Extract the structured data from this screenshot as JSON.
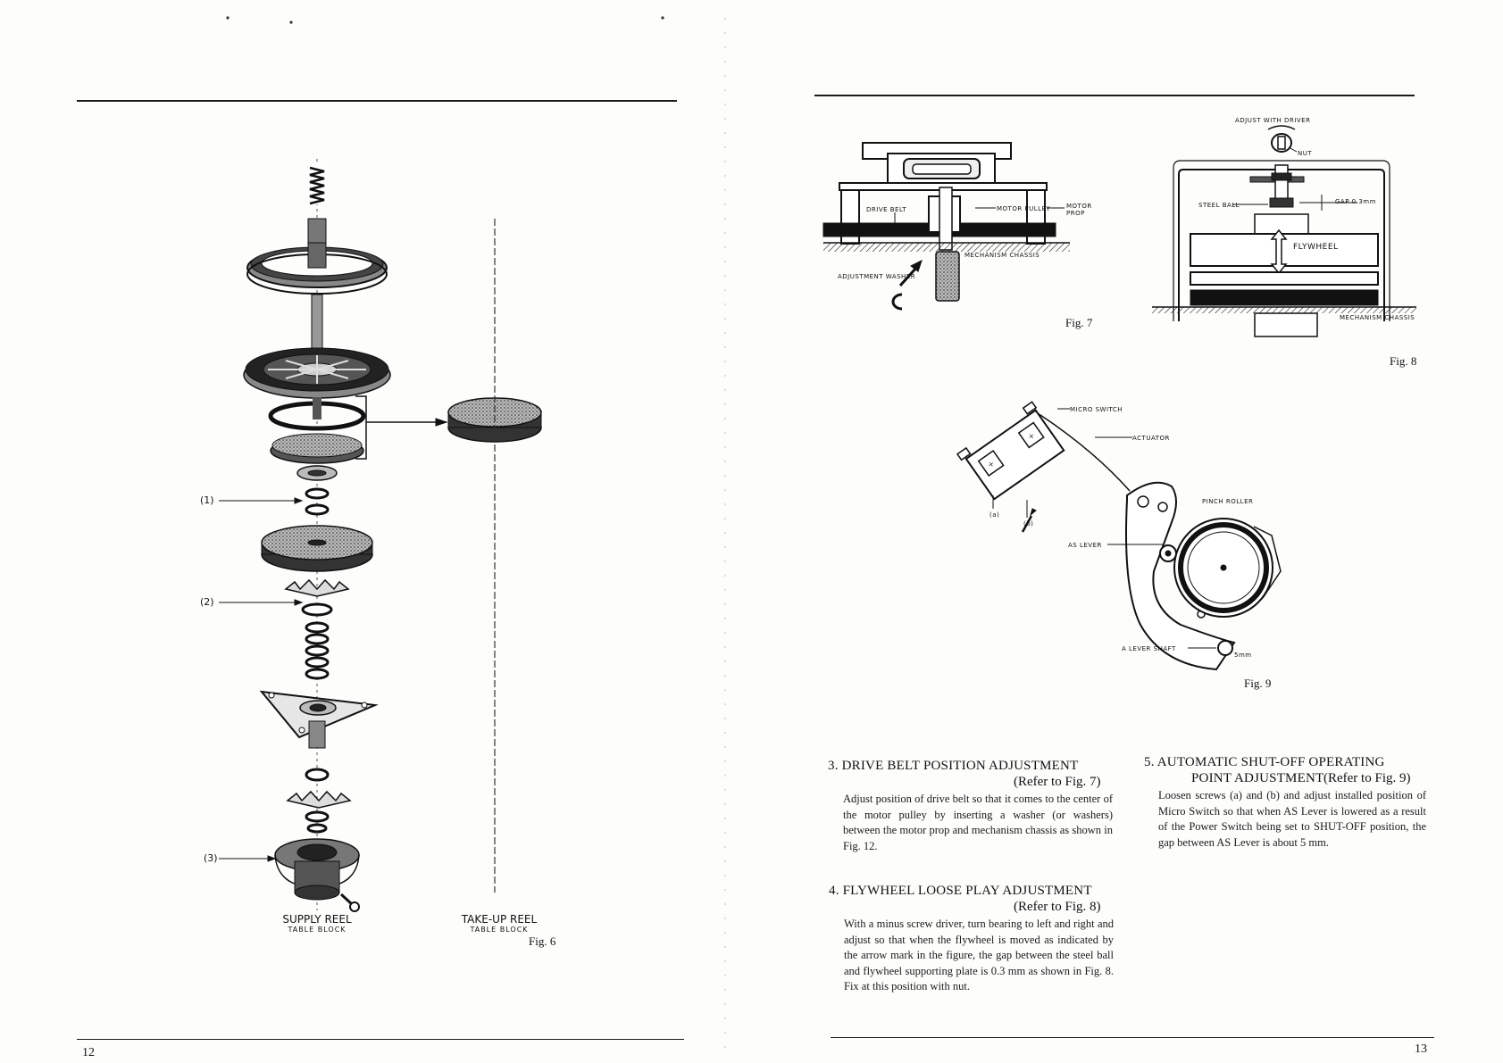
{
  "left_page": {
    "page_number": "12",
    "fig6": {
      "caption": "Fig. 6",
      "part_labels": [
        "(1)",
        "(2)",
        "(3)"
      ],
      "supply_reel": {
        "title": "SUPPLY REEL",
        "sub": "TABLE BLOCK"
      },
      "takeup_reel": {
        "title": "TAKE-UP REEL",
        "sub": "TABLE BLOCK"
      }
    }
  },
  "right_page": {
    "page_number": "13",
    "fig7": {
      "caption": "Fig. 7",
      "labels": {
        "drive_belt": "DRIVE BELT",
        "motor_pulley": "MOTOR PULLEY",
        "motor_prop": "MOTOR PROP",
        "mechanism_chassis": "MECHANISM CHASSIS",
        "adjustment_washer": "ADJUSTMENT WASHER"
      }
    },
    "fig8": {
      "caption": "Fig. 8",
      "labels": {
        "adjust_with_driver": "ADJUST WITH DRIVER",
        "nut": "NUT",
        "steel_ball": "STEEL BALL",
        "gap": "GAP 0.3mm",
        "flywheel": "FLYWHEEL",
        "mechanism_chassis": "MECHANISM CHASSIS"
      }
    },
    "fig9": {
      "caption": "Fig. 9",
      "labels": {
        "micro_switch": "MICRO SWITCH",
        "actuator": "ACTUATOR",
        "pinch_roller": "PINCH ROLLER",
        "as_lever": "AS LEVER",
        "a_lever_shaft": "A LEVER SHAFT",
        "a": "(a)",
        "b": "(b)",
        "five_mm": "5mm"
      }
    },
    "sections": [
      {
        "title": "3. DRIVE BELT POSITION ADJUSTMENT",
        "ref": "(Refer to Fig. 7)",
        "body": "Adjust position of drive belt so that it comes to the center of the motor pulley by inserting a washer (or washers) between the motor prop and mechanism chassis as shown in Fig. 12."
      },
      {
        "title": "4. FLYWHEEL LOOSE PLAY ADJUSTMENT",
        "ref": "(Refer to Fig. 8)",
        "body": "With a minus screw driver, turn bearing to left and right and adjust so that when the flywheel is moved as indicated by the arrow mark in the figure, the gap between the steel ball and flywheel supporting plate is 0.3 mm as shown in Fig. 8. Fix at this position with nut."
      },
      {
        "title_line1": "5. AUTOMATIC SHUT-OFF OPERATING",
        "title_line2": "POINT ADJUSTMENT",
        "ref": "(Refer to Fig. 9)",
        "body": "Loosen screws (a) and (b) and adjust installed position of Micro Switch so that when AS Lever is lowered as a result of the Power Switch being set to SHUT-OFF position, the gap between AS Lever is about 5 mm."
      }
    ]
  }
}
